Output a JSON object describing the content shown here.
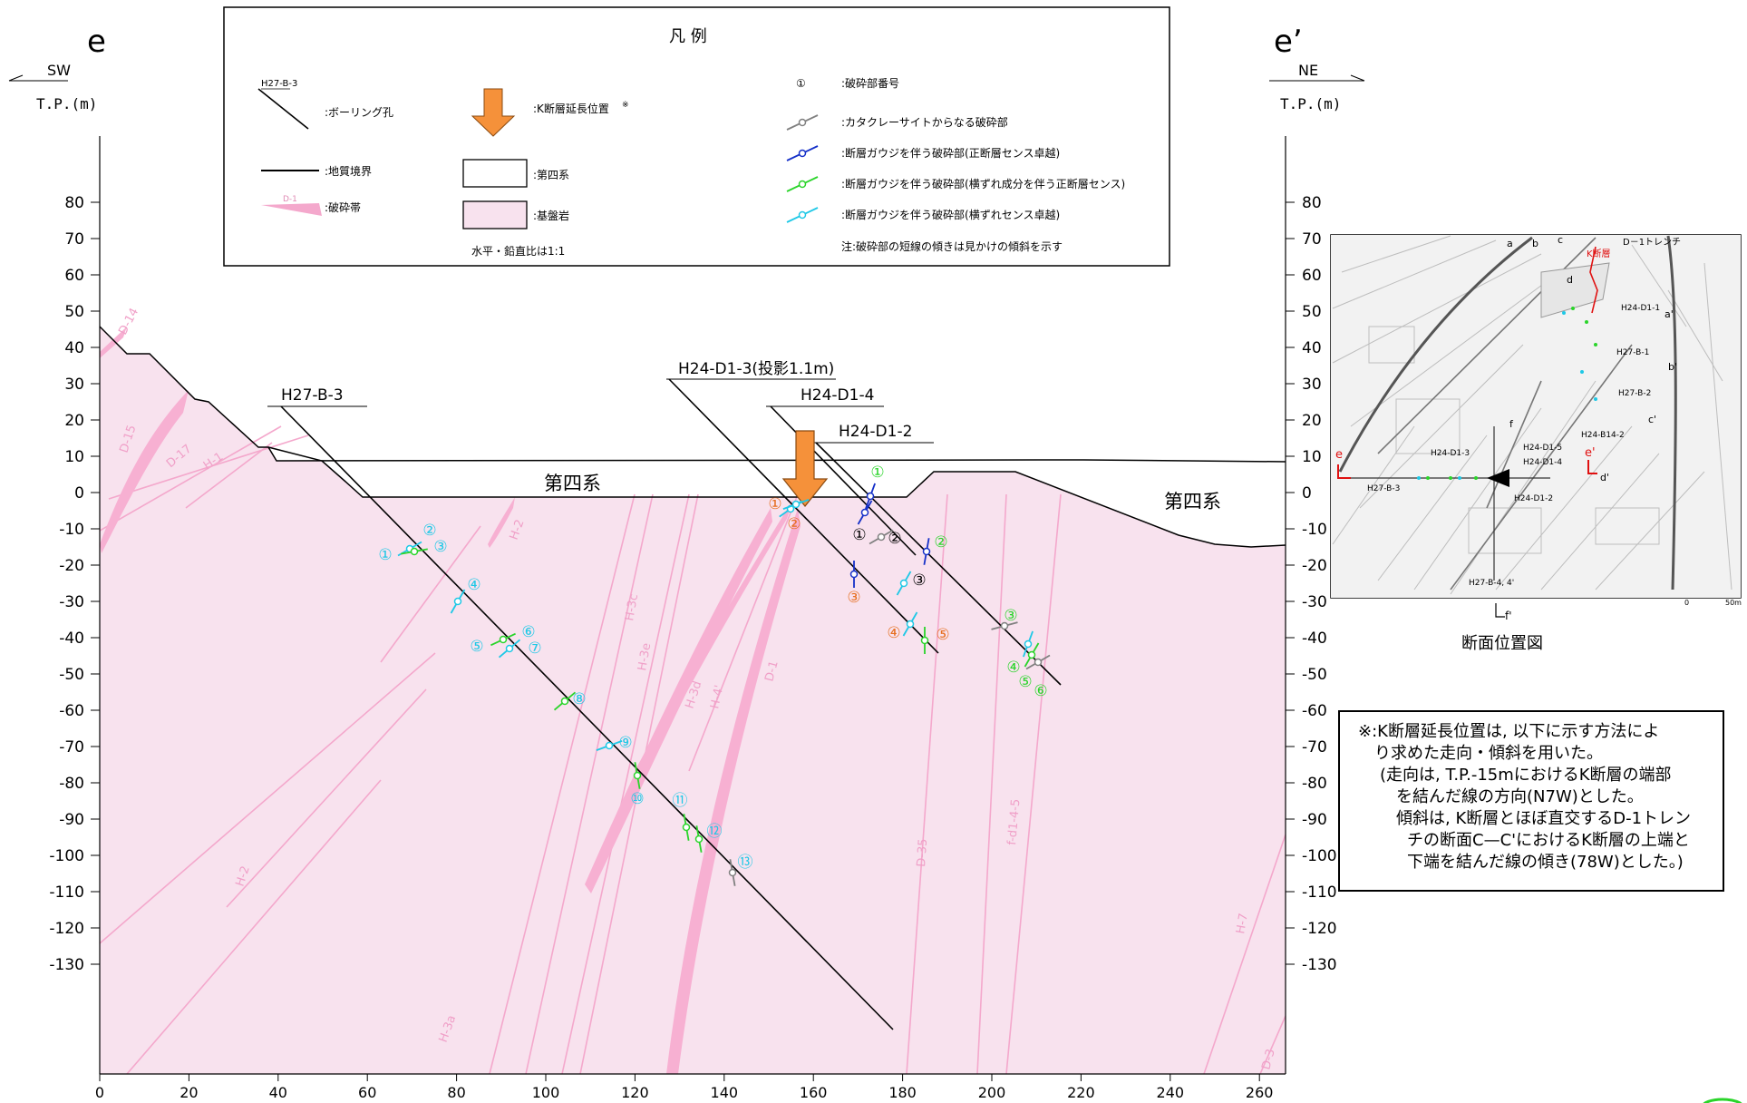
{
  "section": {
    "left_label": "e",
    "right_label": "e’",
    "left_direction": "SW",
    "right_direction": "NE",
    "y_axis_unit": "T.P.(m)",
    "y_ticks": [
      80,
      70,
      60,
      50,
      40,
      30,
      20,
      10,
      0,
      -10,
      -20,
      -30,
      -40,
      -50,
      -60,
      -70,
      -80,
      -90,
      -100,
      -110,
      -120,
      -130
    ],
    "x_ticks": [
      0,
      20,
      40,
      60,
      80,
      100,
      120,
      140,
      160,
      180,
      200,
      220,
      240,
      260
    ]
  },
  "legend": {
    "title": "凡 例",
    "borehole_sample": "H27-B-3",
    "borehole": ":ボーリング孔",
    "geo_boundary": ":地質境界",
    "fracture_zone_sample": "D-1",
    "fracture_zone": ":破砕帯",
    "k_fault": ":K断層延長位置",
    "k_fault_mark": "※",
    "quaternary": ":第四系",
    "bedrock": ":基盤岩",
    "scale": "水平・鉛直比は1:1",
    "circled_number_symbol": "①",
    "fracture_number": ":破砕部番号",
    "cataclasite": ":カタクレーサイトからなる破砕部",
    "gouge_normal": ":断層ガウジを伴う破砕部(正断層センス卓越)",
    "gouge_mixed": ":断層ガウジを伴う破砕部(横ずれ成分を伴う正断層センス)",
    "gouge_strike": ":断層ガウジを伴う破砕部(横ずれセンス卓越)",
    "note": "注:破砕部の短線の傾きは見かけの傾斜を示す"
  },
  "colors": {
    "bedrock": "#f8e2ee",
    "fracture_zone": "#f7b0d2",
    "k_fault_arrow": "#f5913a",
    "gray_mark": "#808080",
    "blue_mark": "#1530c8",
    "green_mark": "#2ad42a",
    "cyan_mark": "#1ec8e6",
    "orange_label": "#e66e1e"
  },
  "boreholes": {
    "b27_b3": "H27-B-3",
    "d1_3": "H24-D1-3(投影1.1m)",
    "d1_4": "H24-D1-4",
    "d1_2": "H24-D1-2"
  },
  "quaternary_labels": [
    "第四系",
    "第四系"
  ],
  "faults": [
    "D-14",
    "D-15",
    "D-17",
    "H-1",
    "H-2",
    "H-2",
    "H-3c",
    "H-3e",
    "H-3d",
    "H-4'",
    "D-1",
    "D-35",
    "f-d1-4-5",
    "H-7",
    "H-3a",
    "D-3"
  ],
  "fracture_labels": {
    "b3": [
      "①",
      "②",
      "③",
      "④",
      "⑤",
      "⑥",
      "⑦",
      "⑧",
      "⑨",
      "⑩",
      "⑪",
      "⑫",
      "⑬"
    ],
    "d1_3": [
      "①",
      "②",
      "③",
      "④",
      "⑤"
    ],
    "d1_4": [
      "①",
      "②",
      "③"
    ],
    "d1_2": [
      "①",
      "②",
      "③",
      "④",
      "⑤",
      "⑥"
    ]
  },
  "location_map": {
    "title": "断面位置図",
    "k_fault": "K断層",
    "trench": "D－1トレンチ",
    "points": [
      "H24-D1-1",
      "H27-B-1",
      "H27-B-2",
      "H24-B14-2",
      "H24-D1-3",
      "H24-D1-5",
      "H24-D1-4",
      "H24-D1-2",
      "H27-B-3",
      "H27-B-4, 4'"
    ],
    "section_marks": [
      "a",
      "b",
      "c",
      "d",
      "a'",
      "b'",
      "c'",
      "d'",
      "e",
      "e'",
      "f",
      "f'"
    ],
    "scale_labels": [
      "0",
      "50m"
    ]
  },
  "footnote": [
    "※:K断層延長位置は, 以下に示す方法によ",
    "り求めた走向・傾斜を用いた。",
    "(走向は, T.P.-15mにおけるK断層の端部",
    "を結んだ線の方向(N7W)とした。",
    "傾斜は, K断層とほぼ直交するD-1トレン",
    "チの断面C—C'におけるK断層の上端と",
    "下端を結んだ線の傾き(78W)とした。)"
  ]
}
